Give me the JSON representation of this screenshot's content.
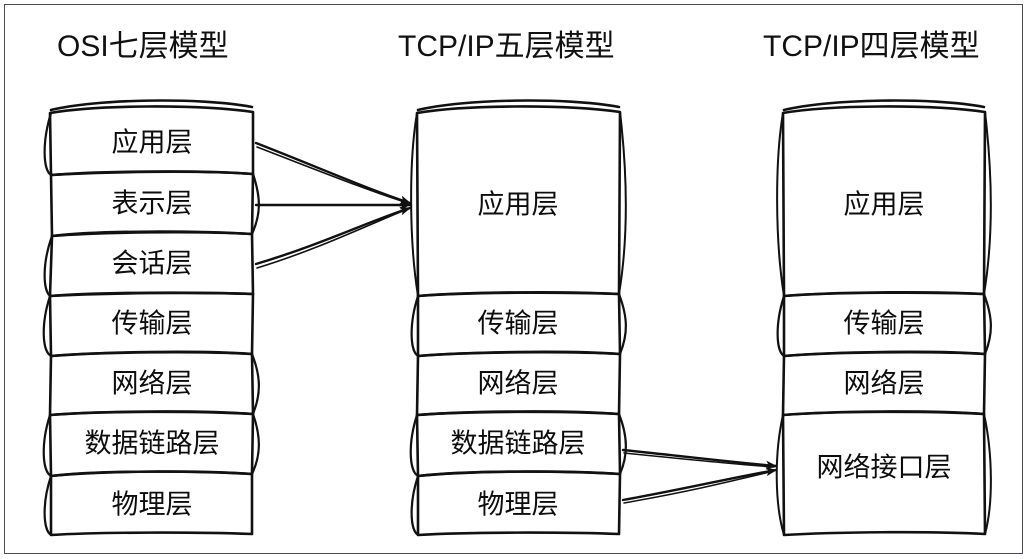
{
  "diagram": {
    "title_osi": "OSI七层模型",
    "title_tcpip5": "TCP/IP五层模型",
    "title_tcpip4": "TCP/IP四层模型",
    "stroke_color": "#111111",
    "frame_color": "#4b4b52",
    "background": "#ffffff",
    "columns": [
      {
        "id": "osi",
        "title": "OSI七层模型",
        "layer_count": 7,
        "layers": [
          {
            "label": "应用层"
          },
          {
            "label": "表示层"
          },
          {
            "label": "会话层"
          },
          {
            "label": "传输层"
          },
          {
            "label": "网络层"
          },
          {
            "label": "数据链路层"
          },
          {
            "label": "物理层"
          }
        ]
      },
      {
        "id": "tcpip5",
        "title": "TCP/IP五层模型",
        "layer_count": 5,
        "layers": [
          {
            "label": "应用层"
          },
          {
            "label": "传输层"
          },
          {
            "label": "网络层"
          },
          {
            "label": "数据链路层"
          },
          {
            "label": "物理层"
          }
        ]
      },
      {
        "id": "tcpip4",
        "title": "TCP/IP四层模型",
        "layer_count": 4,
        "layers": [
          {
            "label": "应用层"
          },
          {
            "label": "传输层"
          },
          {
            "label": "网络层"
          },
          {
            "label": "网络接口层"
          }
        ]
      }
    ],
    "mappings": [
      {
        "from": "osi.应用层",
        "to": "tcpip5.应用层"
      },
      {
        "from": "osi.表示层",
        "to": "tcpip5.应用层"
      },
      {
        "from": "osi.会话层",
        "to": "tcpip5.应用层"
      },
      {
        "from": "tcpip5.数据链路层",
        "to": "tcpip4.网络接口层"
      },
      {
        "from": "tcpip5.物理层",
        "to": "tcpip4.网络接口层"
      }
    ]
  }
}
